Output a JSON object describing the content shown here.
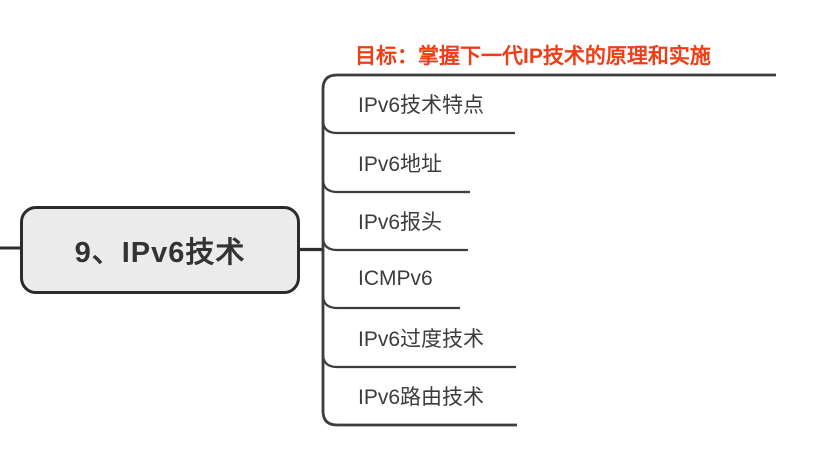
{
  "canvas": {
    "background": "#ffffff"
  },
  "colors": {
    "accent_red": "#ee3e17",
    "line": "#3d3d3d",
    "connector": "#2e2e2e",
    "node_border": "#2b2b2b",
    "node_fill": "#ebebeb",
    "text": "#3c3c3c",
    "node_text": "#333333"
  },
  "mindmap": {
    "root": {
      "label": "9、IPv6技术"
    },
    "goal": {
      "label": "目标：掌握下一代IP技术的原理和实施"
    },
    "branches": [
      {
        "label": "IPv6技术特点"
      },
      {
        "label": "IPv6地址"
      },
      {
        "label": "IPv6报头"
      },
      {
        "label": "ICMPv6"
      },
      {
        "label": "IPv6过度技术"
      },
      {
        "label": "IPv6路由技术"
      }
    ]
  }
}
